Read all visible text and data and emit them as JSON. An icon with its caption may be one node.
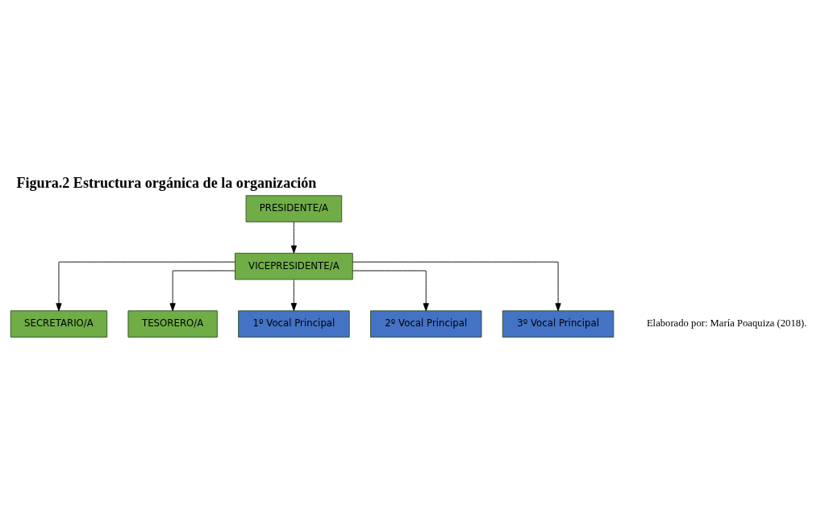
{
  "diagram": {
    "title": "Figura.2 Estructura orgánica de la organización",
    "caption": "Elaborado por: María Poaquiza (2018).",
    "nodes": [
      {
        "text": [
          "PRESIDENTE/A"
        ]
      },
      {
        "text": [
          "VICEPRESIDENTE/A"
        ]
      },
      {
        "text": [
          "SECRETARIO/A"
        ]
      },
      {
        "text": [
          "TESORERO/A"
        ]
      },
      {
        "text": [
          "1º Vocal Principal"
        ]
      },
      {
        "text": [
          "2º Vocal Principal"
        ]
      },
      {
        "text": [
          "3º Vocal Principal"
        ]
      }
    ],
    "edges": [
      {
        "from": 0,
        "to": 1,
        "arrow": "to"
      },
      {
        "from": 1,
        "to": 2,
        "arrow": "to"
      },
      {
        "from": 1,
        "to": 3,
        "arrow": "to"
      },
      {
        "from": 1,
        "to": 4,
        "arrow": "to"
      },
      {
        "from": 1,
        "to": 5,
        "arrow": "to"
      },
      {
        "from": 1,
        "to": 6,
        "arrow": "to"
      }
    ]
  }
}
